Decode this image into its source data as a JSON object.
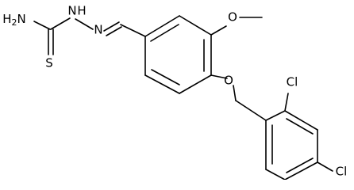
{
  "labels": {
    "nh2": "H",
    "nh2_sub": "2",
    "nh2_n": "N",
    "nh_n": "N",
    "nh_h": "H",
    "n_hydrazone": "N",
    "s": "S",
    "o_methoxy": "O",
    "o_ether": "O",
    "cl_top": "Cl",
    "cl_bottom": "Cl"
  }
}
